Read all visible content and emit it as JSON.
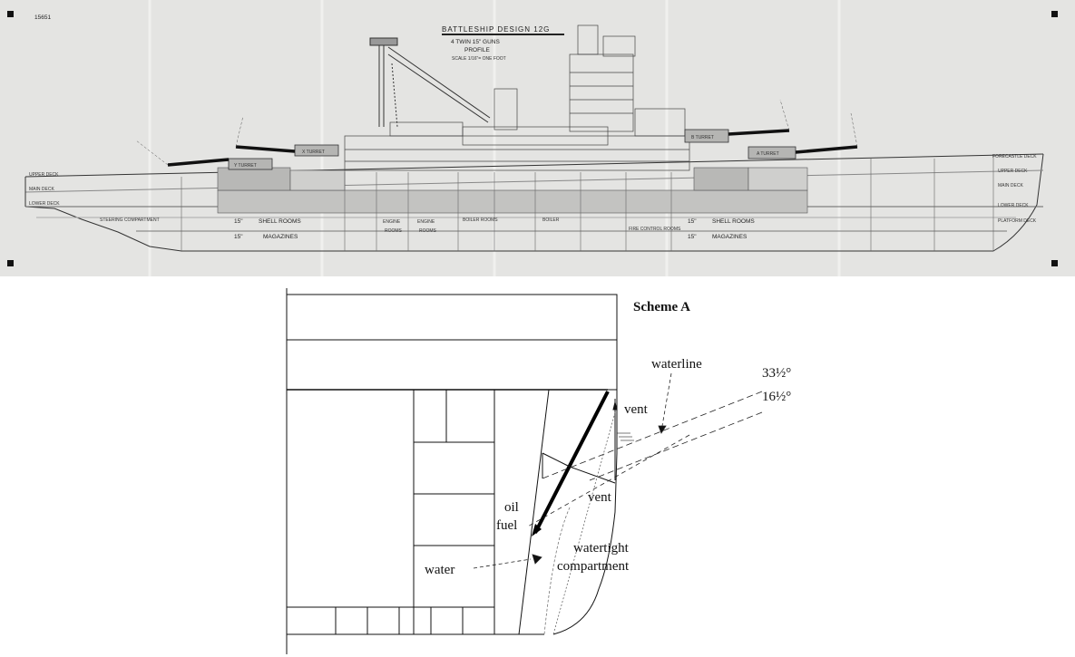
{
  "drawing": {
    "ref": "15651",
    "title": "BATTLESHIP DESIGN 12G",
    "subtitle": "4 TWIN 15\" GUNS",
    "view": "PROFILE",
    "scale": "SCALE 1/16\"= ONE FOOT",
    "turrets": [
      "Y TURRET",
      "X TURRET",
      "B TURRET",
      "A TURRET"
    ],
    "deck_labels": [
      "UPPER DECK",
      "MAIN DECK",
      "LOWER DECK",
      "FORECASTLE DECK",
      "UPPER DECK",
      "MAIN DECK",
      "LOWER DECK",
      "PLATFORM DECK"
    ],
    "compartments": [
      "15\"",
      "SHELL ROOMS",
      "15\"",
      "MAGAZINES",
      "ENGINE",
      "ENGINE",
      "ROOMS",
      "ROOMS",
      "BOILER ROOMS",
      "BOILER",
      "FIRE CONTROL ROOMS",
      "15\"",
      "SHELL ROOMS",
      "15\"",
      "MAGAZINES",
      "STEERING COMPARTMENT"
    ]
  },
  "scheme": {
    "title": "Scheme A",
    "labels": {
      "waterline": "waterline",
      "angle1": "33½°",
      "angle2": "16½°",
      "vent1": "vent",
      "vent2": "vent",
      "oil": "oil",
      "fuel": "fuel",
      "water": "water",
      "watertight1": "watertight",
      "watertight2": "compartment"
    }
  }
}
